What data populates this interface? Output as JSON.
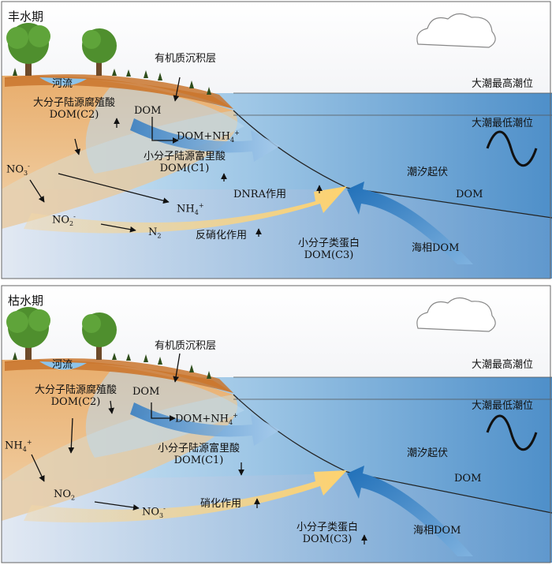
{
  "panels": [
    {
      "title": "丰水期",
      "organic_layer": "有机质沉积层",
      "river": "河流",
      "high_tide": "大潮最高潮位",
      "low_tide": "大潮最低潮位",
      "tidal": "潮汐起伏",
      "dom": "DOM",
      "marine_dom": "海相DOM",
      "large_humic": "大分子陆源腐殖酸",
      "large_humic_code": "DOM(C2)",
      "dom_small": "DOM",
      "dom_nh4": "DOM+NH",
      "small_fulvic": "小分子陆源富里酸",
      "small_fulvic_code": "DOM(C1)",
      "protein": "小分子类蛋白",
      "protein_code": "DOM(C3)",
      "process1": "DNRA作用",
      "process2": "反硝化作用",
      "chem_a": "NO",
      "chem_b": "NO",
      "chem_c": "NH",
      "chem_d": "N"
    },
    {
      "title": "枯水期",
      "organic_layer": "有机质沉积层",
      "river": "河流",
      "high_tide": "大潮最高潮位",
      "low_tide": "大潮最低潮位",
      "tidal": "潮汐起伏",
      "dom": "DOM",
      "marine_dom": "海相DOM",
      "large_humic": "大分子陆源腐殖酸",
      "large_humic_code": "DOM(C2)",
      "dom_small": "DOM",
      "dom_nh4": "DOM+NH",
      "small_fulvic": "小分子陆源富里酸",
      "small_fulvic_code": "DOM(C1)",
      "protein": "小分子类蛋白",
      "protein_code": "DOM(C3)",
      "process1": "硝化作用",
      "chem_a": "NH",
      "chem_b": "NO",
      "chem_c": "NO"
    }
  ]
}
